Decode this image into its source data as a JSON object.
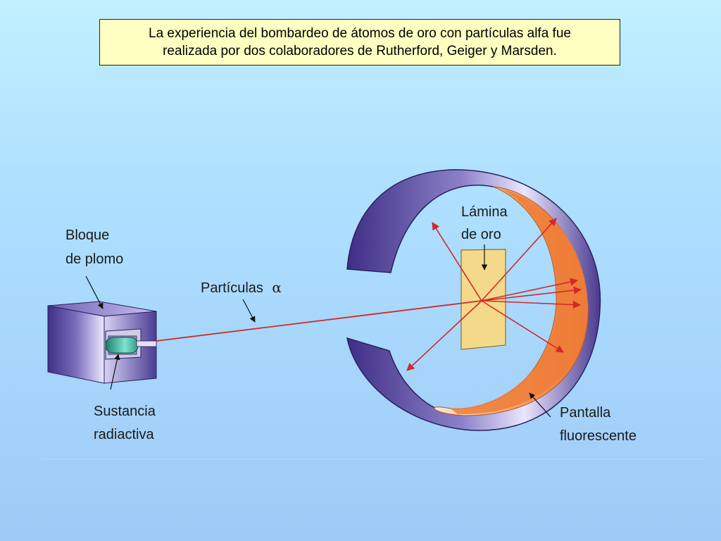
{
  "title": {
    "line1": "La experiencia del bombardeo de átomos de oro con partículas alfa fue",
    "line2": "realizada por dos colaboradores de Rutherford, Geiger y Marsden."
  },
  "labels": {
    "lead_block": {
      "line1": "Bloque",
      "line2": "de plomo"
    },
    "alpha_particles": {
      "text": "Partículas",
      "symbol": "α"
    },
    "gold_foil": {
      "line1": "Lámina",
      "line2": "de oro"
    },
    "radioactive_substance": {
      "line1": "Sustancia",
      "line2": "radiactiva"
    },
    "fluorescent_screen": {
      "line1": "Pantalla",
      "line2": "fluorescente"
    }
  },
  "colors": {
    "block": "#5a4a9a",
    "screen_inner": "#ef8a4a",
    "foil": "#f6d98a",
    "beam": "#d02a2a",
    "title_bg": "#ffffc2"
  }
}
